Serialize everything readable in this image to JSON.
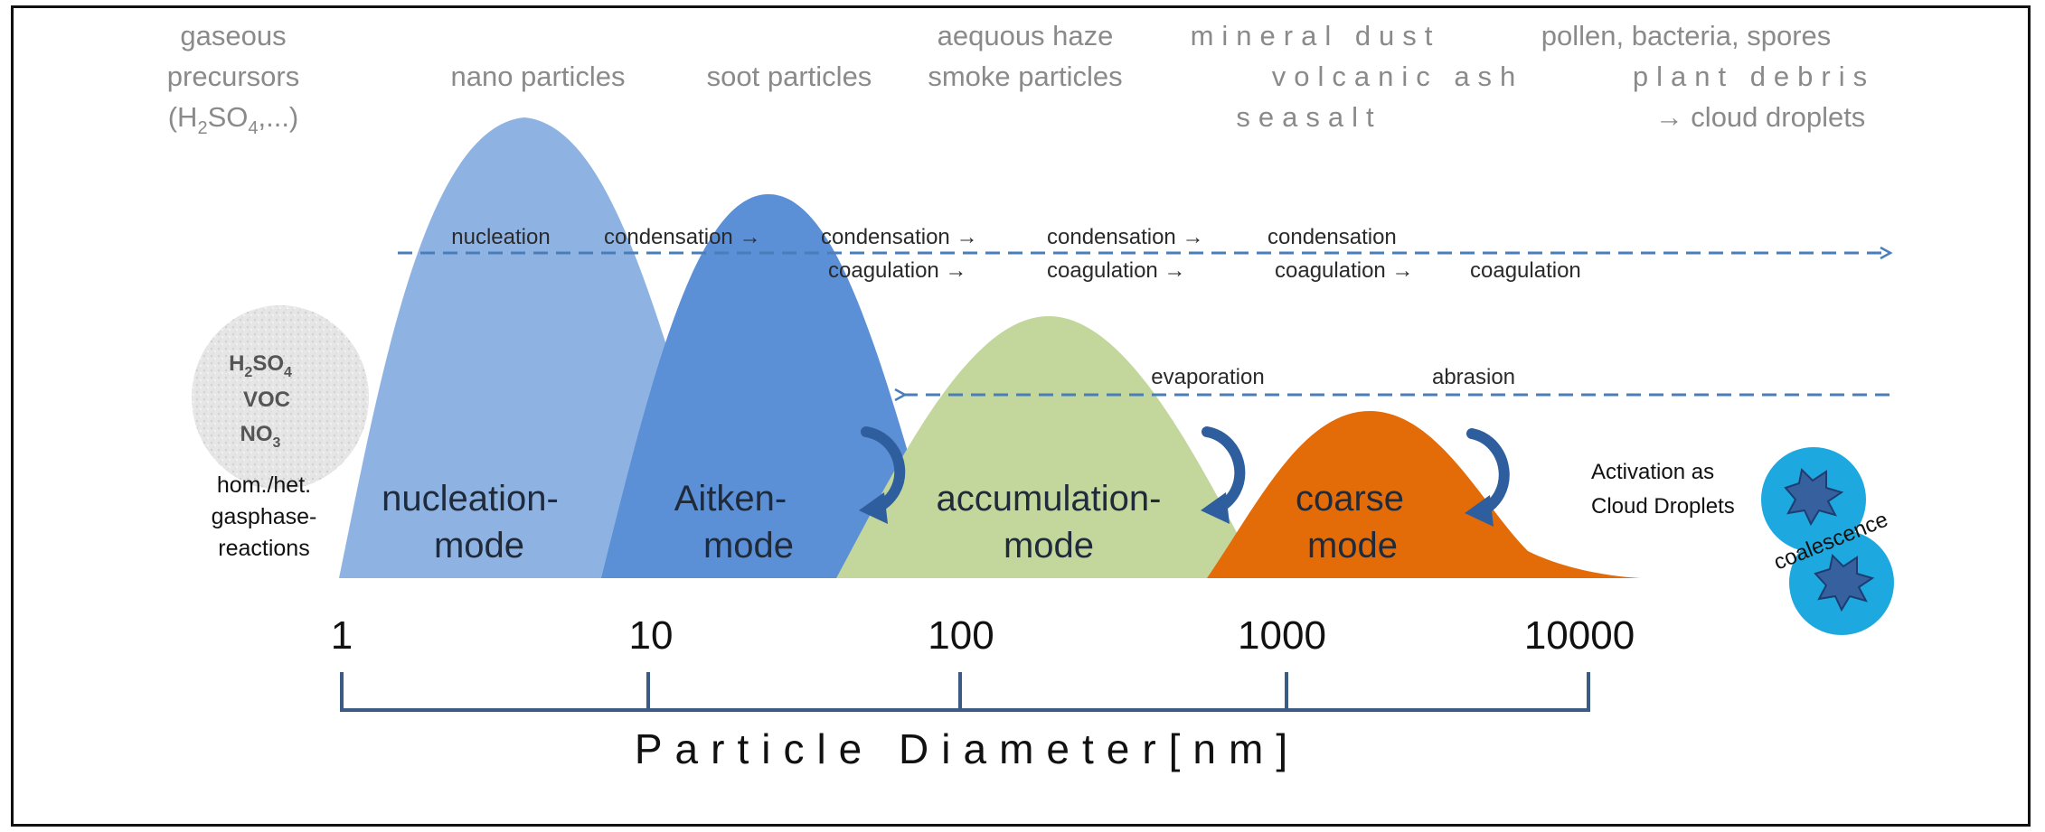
{
  "sources": {
    "gaseous": [
      "gaseous",
      "precursors",
      "(H2SO4,...)"
    ],
    "nano": "nano particles",
    "soot": "soot particles",
    "haze": [
      "aequous haze",
      "smoke particles"
    ],
    "mineral": [
      "mineral dust",
      "volcanic ash",
      "seasalt"
    ],
    "pollen": [
      "pollen, bacteria, spores",
      "plant debris",
      "→ cloud droplets"
    ]
  },
  "processes": {
    "nucleation": "nucleation",
    "condensation_1": "condensation →",
    "condensation_2": "condensation  →",
    "condensation_3": "condensation  →",
    "condensation_4": "condensation",
    "coagulation_1": "coagulation  →",
    "coagulation_2": "coagulation  →",
    "coagulation_3": "coagulation →",
    "coagulation_4": "coagulation",
    "evaporation": "evaporation",
    "abrasion": "abrasion"
  },
  "gas_phase": {
    "species": [
      "H2SO4",
      "VOC",
      "NO3"
    ],
    "reaction": [
      "hom./het.",
      "gasphase-",
      "reactions"
    ]
  },
  "modes": [
    {
      "line1": "nucleation-",
      "line2": "mode",
      "color": "#8eb3e2"
    },
    {
      "line1": "Aitken-",
      "line2": "mode",
      "color": "#5b8fd6"
    },
    {
      "line1": "accumulation-",
      "line2": "mode",
      "color": "#c3d69b"
    },
    {
      "line1": "coarse",
      "line2": "mode",
      "color": "#e36c09"
    }
  ],
  "activation": [
    "Activation as",
    "Cloud Droplets"
  ],
  "coalescence": "coalescence",
  "axis": {
    "ticks": [
      "1",
      "10",
      "100",
      "1000",
      "10000"
    ],
    "label": "Particle Diameter[nm]",
    "scale": "log"
  },
  "colors": {
    "arrow": "#4a7ebb",
    "curl": "#2e5e9e",
    "axis": "#3b5b85",
    "droplet": "#1ea8e0"
  }
}
